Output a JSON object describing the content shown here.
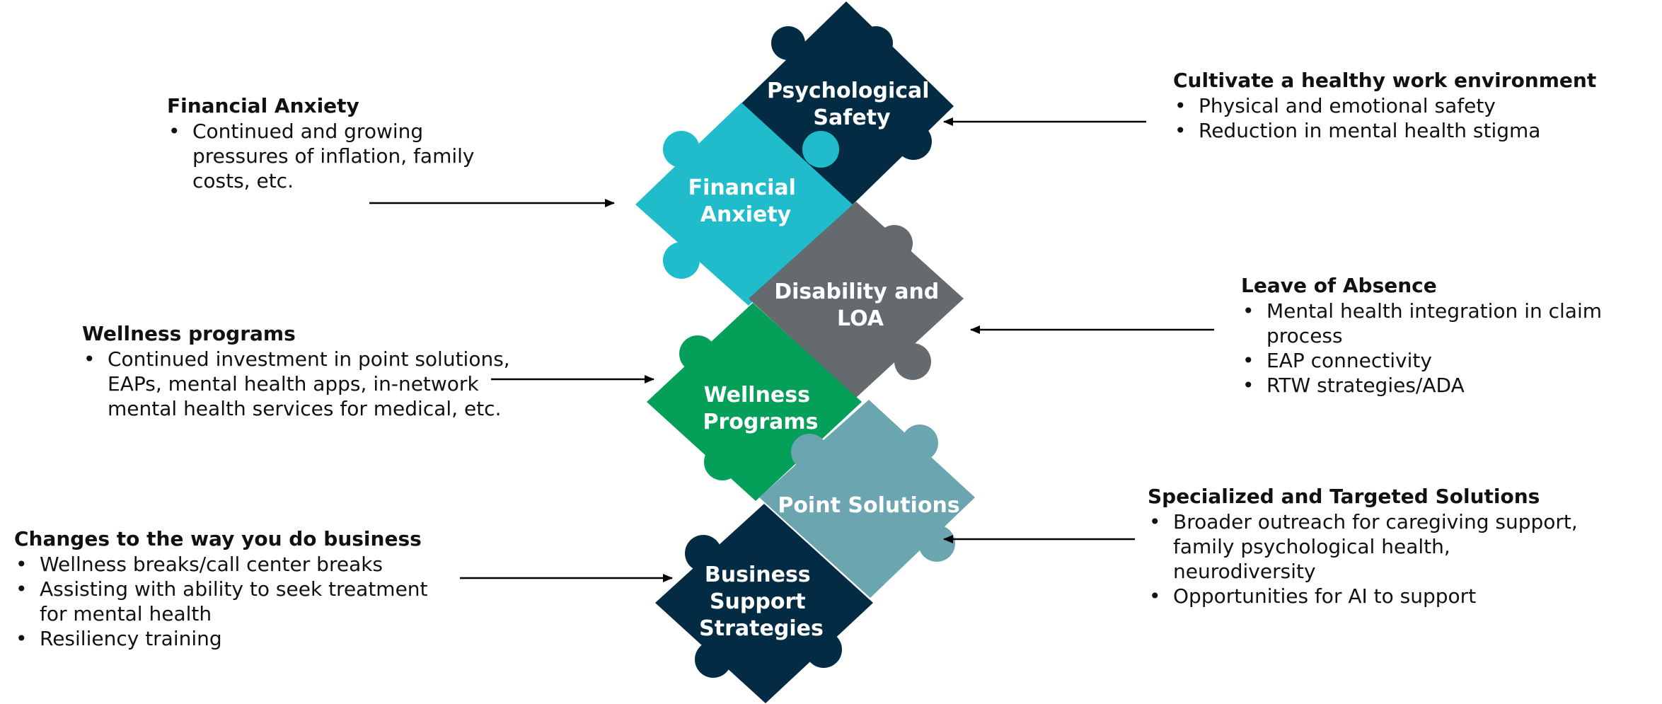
{
  "colors": {
    "psychological": "#032c44",
    "financial": "#20bccc",
    "disability": "#646a6e",
    "wellness": "#04a05a",
    "point": "#6ba6b0",
    "business": "#032c44",
    "arrow": "#000000"
  },
  "pieces": {
    "psychological": {
      "line1": "Psychological",
      "line2": "Safety"
    },
    "financial": {
      "line1": "Financial",
      "line2": "Anxiety"
    },
    "disability": {
      "line1": "Disability and",
      "line2": "LOA"
    },
    "wellness": {
      "line1": "Wellness",
      "line2": "Programs"
    },
    "point": {
      "line1": "Point Solutions"
    },
    "business": {
      "line1": "Business",
      "line2": "Support",
      "line3": "Strategies"
    }
  },
  "callouts": {
    "financial": {
      "heading": "Financial Anxiety",
      "bullets": [
        "Continued and growing pressures of inflation, family costs, etc."
      ]
    },
    "wellness": {
      "heading": "Wellness programs",
      "bullets": [
        "Continued investment in point solutions, EAPs, mental health apps, in-network mental health services for medical, etc."
      ]
    },
    "business": {
      "heading": "Changes to the way you do business",
      "bullets": [
        "Wellness breaks/call center breaks",
        "Assisting with ability to seek treatment for mental health",
        "Resiliency training"
      ]
    },
    "culture": {
      "heading": "Cultivate a healthy work environment",
      "bullets": [
        "Physical and emotional safety",
        "Reduction in mental health stigma"
      ]
    },
    "leave": {
      "heading": "Leave of Absence",
      "bullets": [
        "Mental health integration in claim process",
        "EAP connectivity",
        "RTW strategies/ADA"
      ]
    },
    "specialized": {
      "heading": "Specialized and Targeted Solutions",
      "bullets": [
        "Broader outreach for caregiving support, family psychological health, neurodiversity",
        "Opportunities for AI to support"
      ]
    }
  }
}
